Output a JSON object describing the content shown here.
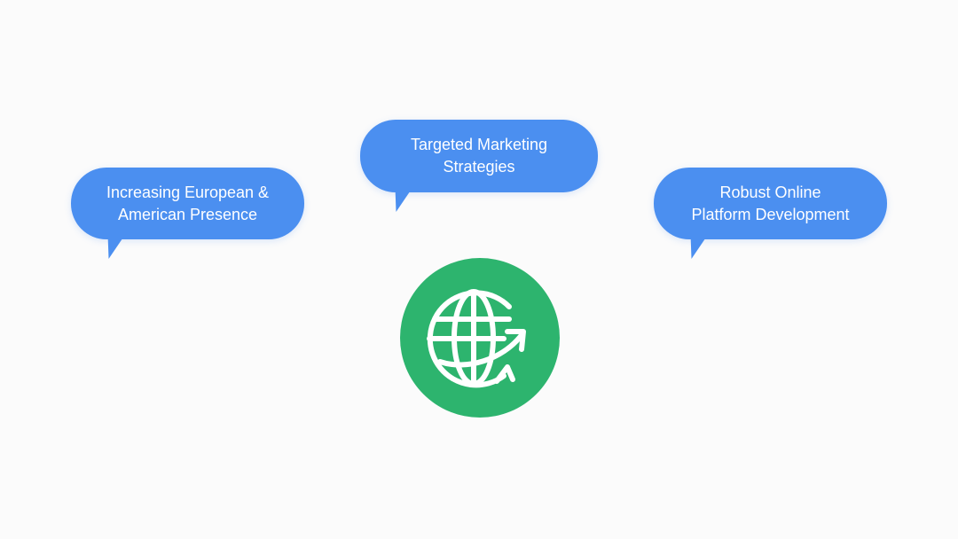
{
  "colors": {
    "bubble": "#4b8ff0",
    "globe_bg": "#2db46e",
    "globe_stroke": "#ffffff"
  },
  "bubbles": [
    {
      "text": "Increasing European &\nAmerican Presence"
    },
    {
      "text": "Targeted Marketing\nStrategies"
    },
    {
      "text": "Robust Online\nPlatform Development"
    }
  ],
  "center_icon": "globe-with-growth-arrow-icon"
}
